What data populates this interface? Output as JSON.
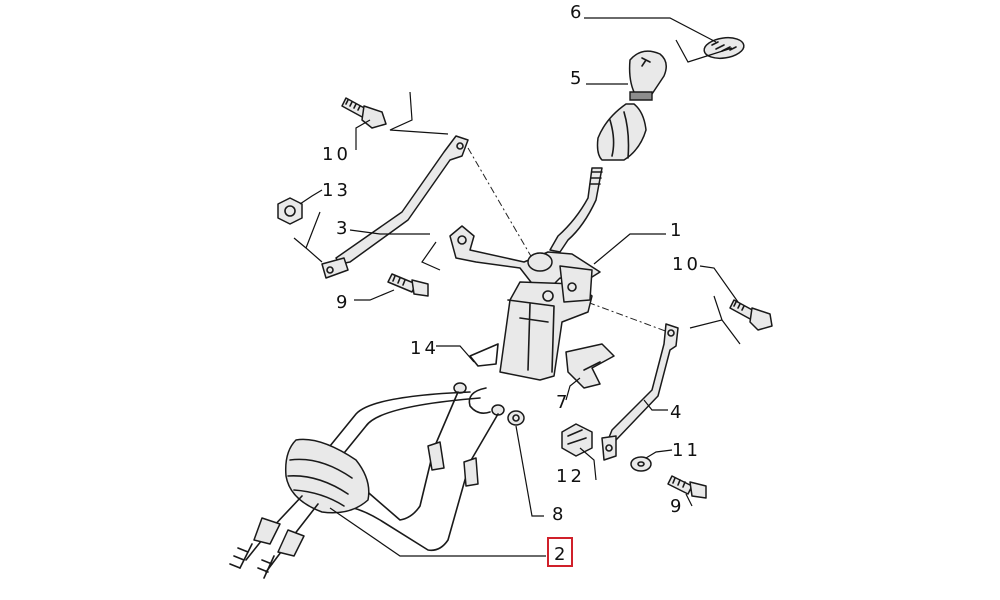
{
  "callouts": {
    "c1": "1",
    "c2": "2",
    "c3": "3",
    "c4": "4",
    "c5": "5",
    "c6": "6",
    "c7": "7",
    "c8": "8",
    "c9a": "9",
    "c9b": "9",
    "c10a": "10",
    "c10b": "10",
    "c11": "11",
    "c12": "12",
    "c13": "13",
    "c14": "14"
  },
  "highlight": {
    "callout": "2",
    "color": "#d0202a"
  },
  "colors": {
    "line": "#1a1a1a",
    "part_fill": "#e9e9e9",
    "highlight": "#d0202a"
  }
}
